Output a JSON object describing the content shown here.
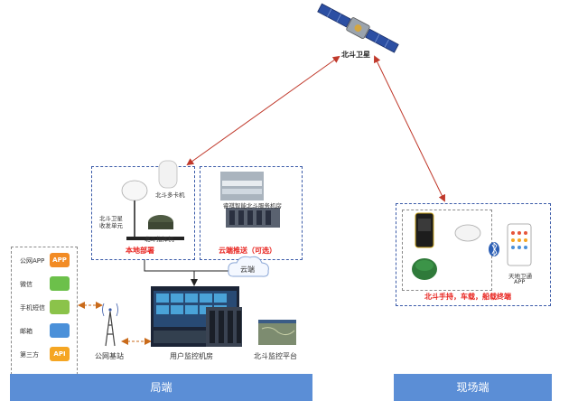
{
  "satellite": {
    "label": "北斗卫星"
  },
  "local_deploy": {
    "label": "本地部署",
    "tx_unit": [
      "北斗卫星",
      "收发单元"
    ],
    "multi_card": "北斗多卡机",
    "command_machine": "北斗指挥机"
  },
  "cloud_push": {
    "label": "云端推送（可选）",
    "service_room": "睿祺智能北斗服务机房"
  },
  "cloud": {
    "label": "云端"
  },
  "channels": [
    {
      "label": "公网APP",
      "icon_text": "APP",
      "color": "#f28b24"
    },
    {
      "label": "微信",
      "icon_text": "",
      "color": "#6cc04a"
    },
    {
      "label": "手机短信",
      "icon_text": "",
      "color": "#8bc34a"
    },
    {
      "label": "邮箱",
      "icon_text": "",
      "color": "#4a90d9"
    },
    {
      "label": "第三方",
      "icon_text": "API",
      "color": "#f5a623"
    }
  ],
  "base_station": {
    "label": "公网基站"
  },
  "monitor_room": {
    "label": "用户监控机房"
  },
  "platform": {
    "label": "北斗监控平台"
  },
  "field": {
    "terminals_label": "北斗手持，车载，船载终端",
    "app_label": [
      "天地卫通",
      "APP"
    ]
  },
  "bars": {
    "bureau": "局端",
    "field": "现场端"
  },
  "colors": {
    "accent_red": "#e8231e",
    "bar_blue": "#5b8ed6",
    "dash_blue": "#3a5aa8"
  }
}
